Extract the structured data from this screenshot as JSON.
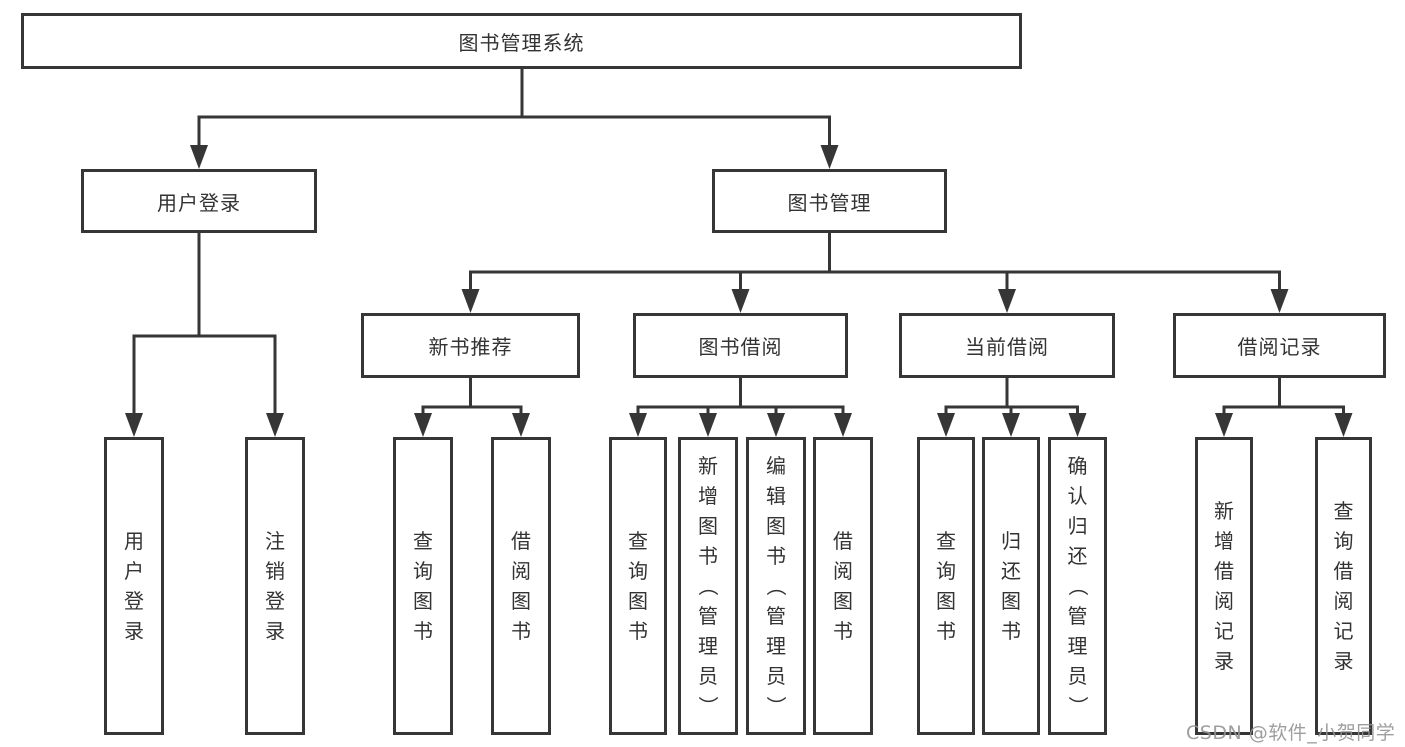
{
  "diagram_title": "图书管理系统",
  "colors": {
    "line": "#363636",
    "border": "#363636",
    "text": "#333333",
    "background": "#ffffff",
    "watermark": "#949494"
  },
  "nodes": {
    "root": {
      "label": "图书管理系统"
    },
    "level2": [
      {
        "label": "用户登录"
      },
      {
        "label": "图书管理"
      }
    ],
    "level3": [
      {
        "label": "新书推荐",
        "parent": "图书管理"
      },
      {
        "label": "图书借阅",
        "parent": "图书管理"
      },
      {
        "label": "当前借阅",
        "parent": "图书管理"
      },
      {
        "label": "借阅记录",
        "parent": "图书管理"
      }
    ],
    "level4": [
      {
        "label": "用户登录",
        "parent": "用户登录"
      },
      {
        "label": "注销登录",
        "parent": "用户登录"
      },
      {
        "label": "查询图书",
        "parent": "新书推荐"
      },
      {
        "label": "借阅图书",
        "parent": "新书推荐"
      },
      {
        "label": "查询图书",
        "parent": "图书借阅"
      },
      {
        "label": "新增图书（管理员）",
        "parent": "图书借阅"
      },
      {
        "label": "编辑图书（管理员）",
        "parent": "图书借阅"
      },
      {
        "label": "借阅图书",
        "parent": "图书借阅"
      },
      {
        "label": "查询图书",
        "parent": "当前借阅"
      },
      {
        "label": "归还图书",
        "parent": "当前借阅"
      },
      {
        "label": "确认归还（管理员）",
        "parent": "当前借阅"
      },
      {
        "label": "新增借阅记录",
        "parent": "借阅记录"
      },
      {
        "label": "查询借阅记录",
        "parent": "借阅记录"
      }
    ]
  },
  "watermark": {
    "text": "CSDN @软件_小贺同学"
  }
}
